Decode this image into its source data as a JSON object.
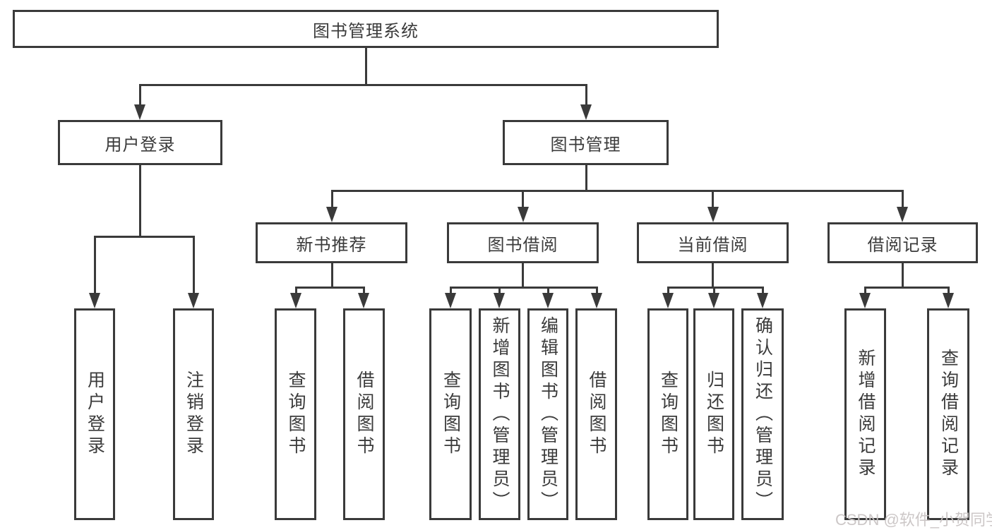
{
  "diagram": {
    "type": "tree",
    "root": {
      "label": "图书管理系统"
    },
    "branches": [
      {
        "label": "用户登录",
        "children": [
          {
            "label": "用户登录"
          },
          {
            "label": "注销登录"
          }
        ]
      },
      {
        "label": "图书管理",
        "children": [
          {
            "label": "新书推荐",
            "children": [
              {
                "label": "查询图书"
              },
              {
                "label": "借阅图书"
              }
            ]
          },
          {
            "label": "图书借阅",
            "children": [
              {
                "label": "查询图书"
              },
              {
                "label": "新增图书（管理员）"
              },
              {
                "label": "编辑图书（管理员）"
              },
              {
                "label": "借阅图书"
              }
            ]
          },
          {
            "label": "当前借阅",
            "children": [
              {
                "label": "查询图书"
              },
              {
                "label": "归还图书"
              },
              {
                "label": "确认归还（管理员）"
              }
            ]
          },
          {
            "label": "借阅记录",
            "children": [
              {
                "label": "新增借阅记录"
              },
              {
                "label": "查询借阅记录"
              }
            ]
          }
        ]
      }
    ]
  },
  "watermark": {
    "text": "CSDN @软件_小贺同学"
  },
  "colors": {
    "line": "#3a3a3a",
    "text": "#3b3b3b",
    "node_background": "#ffffff",
    "watermark": "#c9c4c4"
  }
}
